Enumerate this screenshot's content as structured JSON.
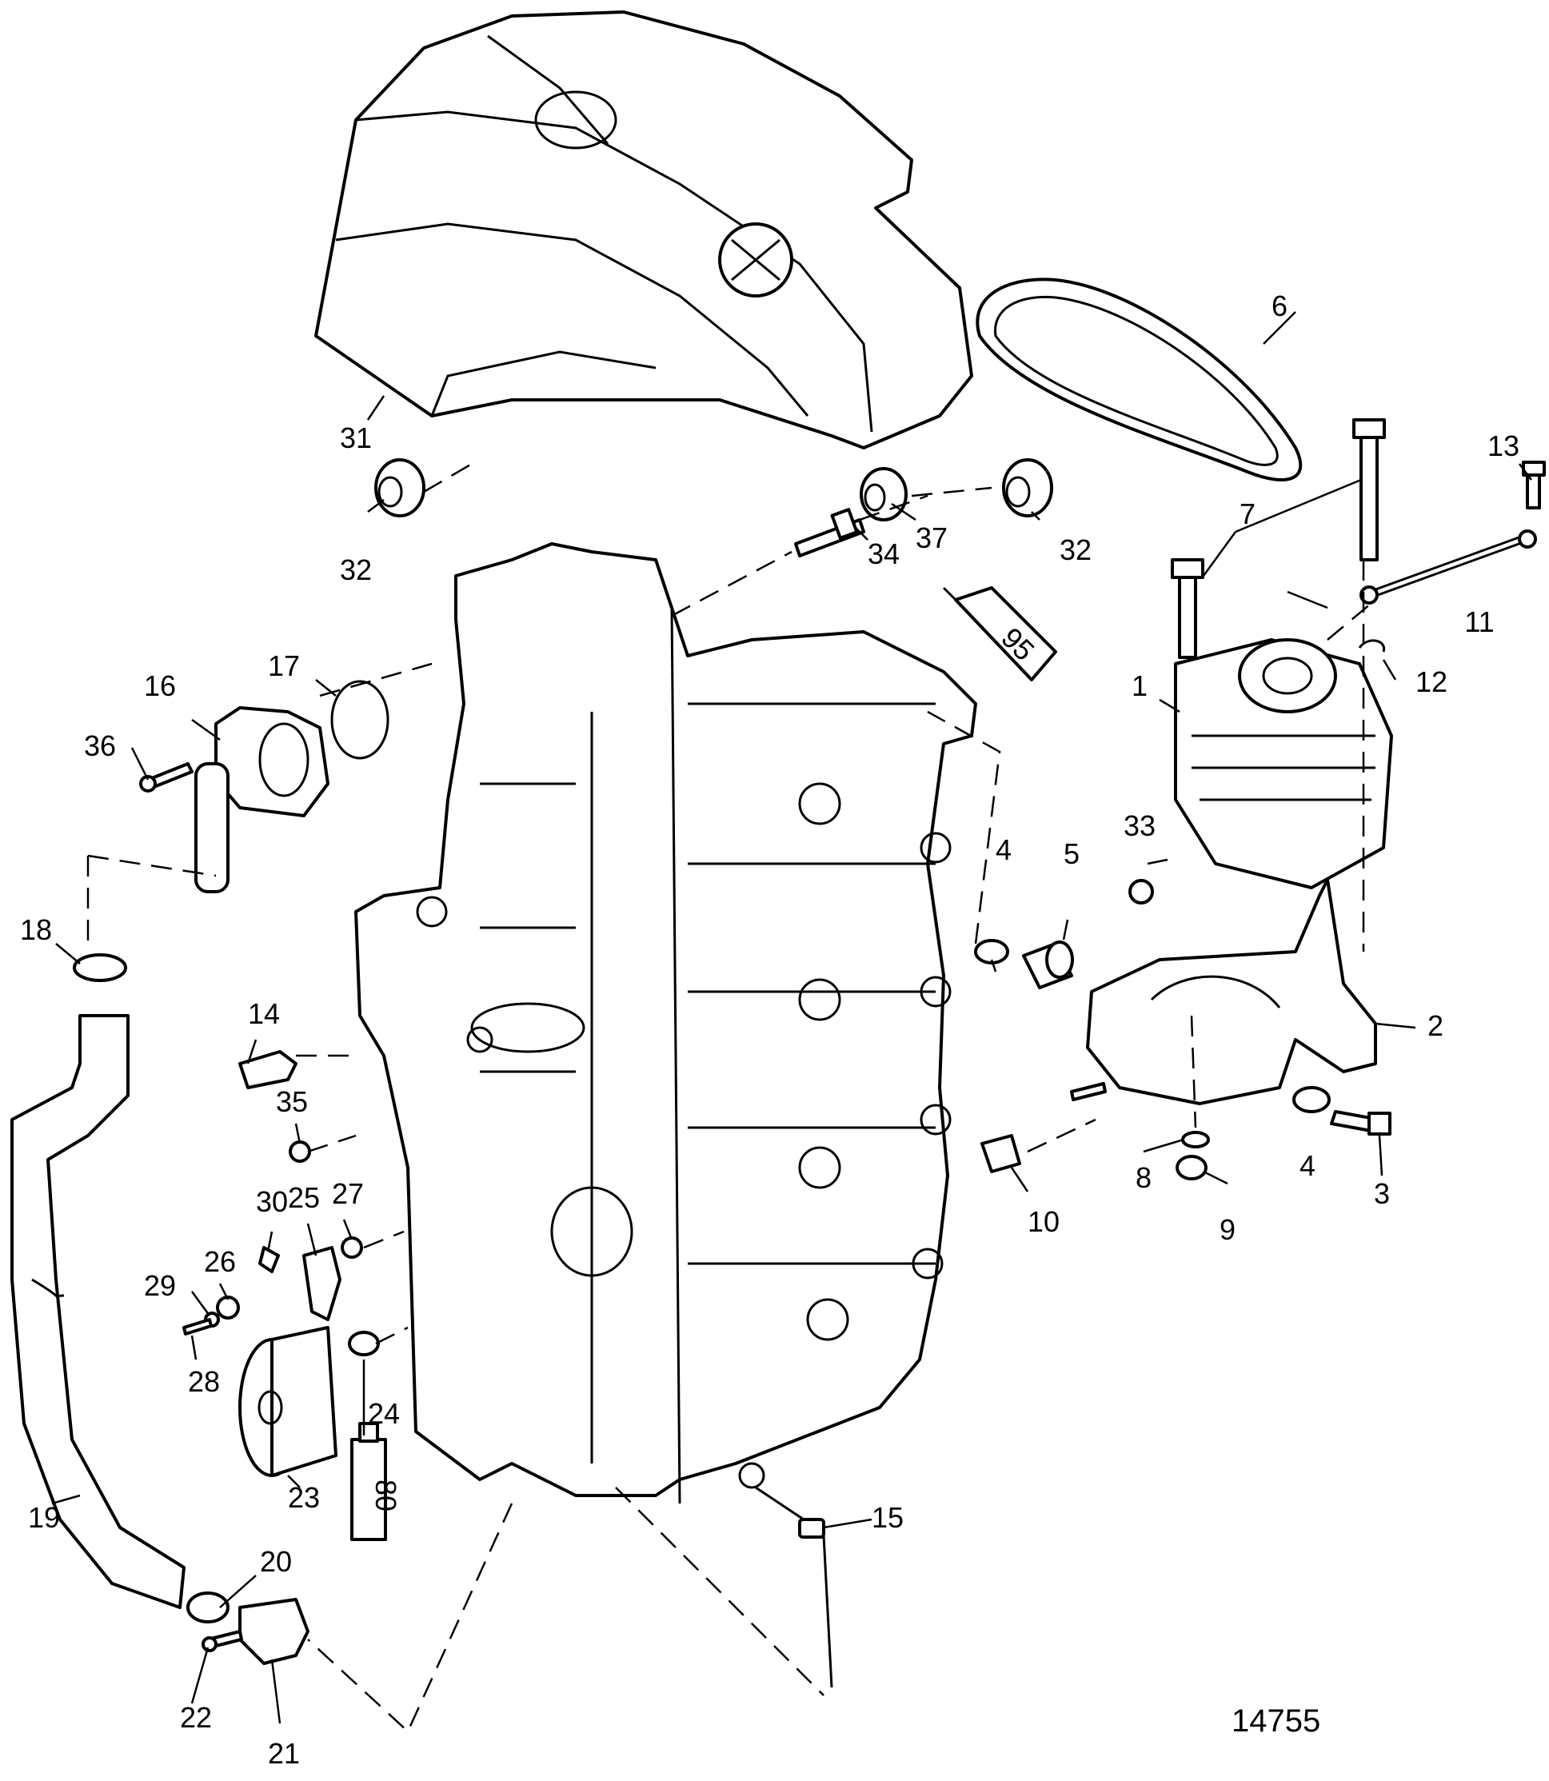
{
  "diagram": {
    "drawing_number": "14755",
    "tube_labels": [
      "95",
      "80"
    ],
    "callouts": [
      "1",
      "2",
      "3",
      "4",
      "4",
      "5",
      "6",
      "7",
      "8",
      "9",
      "10",
      "11",
      "12",
      "13",
      "14",
      "15",
      "16",
      "17",
      "18",
      "19",
      "20",
      "21",
      "22",
      "23",
      "24",
      "25",
      "26",
      "27",
      "28",
      "29",
      "30",
      "31",
      "32",
      "32",
      "33",
      "34",
      "35",
      "36",
      "37"
    ]
  }
}
